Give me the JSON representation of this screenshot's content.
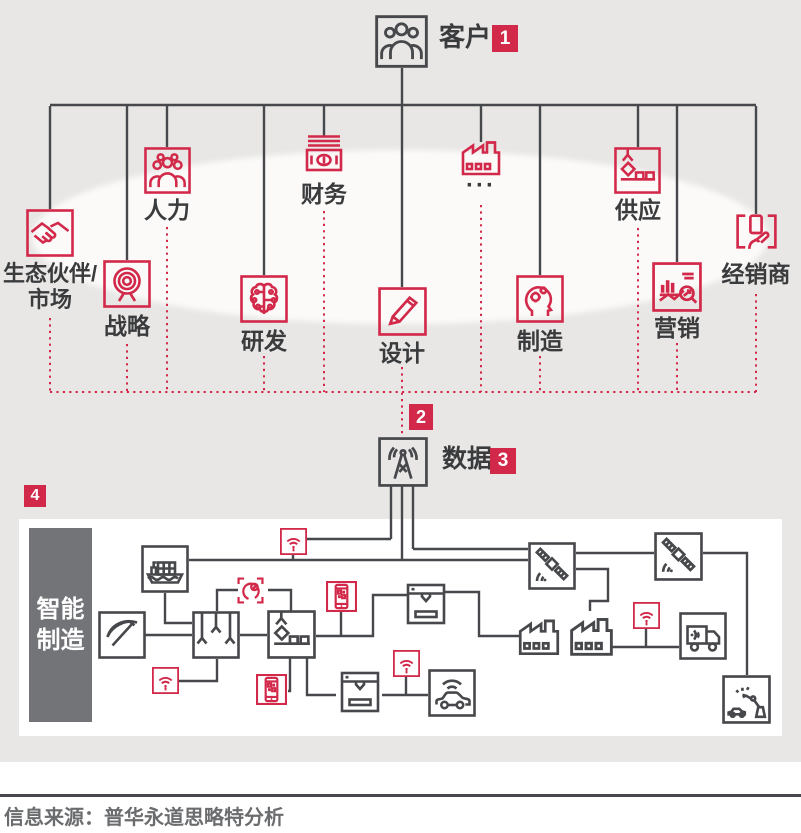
{
  "colors": {
    "accent": "#d2294a",
    "dark": "#47484b",
    "text": "#3a3b3d",
    "page_bg": "#e8e7e5",
    "panel_bg": "#ffffff",
    "panel_label_bg": "#737478",
    "ellipse": "#fbfaf9",
    "footer_text": "#6b6c6e"
  },
  "top": {
    "customer": {
      "label": "客户",
      "badge": "1",
      "icon": "people-group-icon"
    }
  },
  "departments": [
    {
      "label": "生态伙伴/市场",
      "icon": "handshake-icon"
    },
    {
      "label": "战略",
      "icon": "target-icon"
    },
    {
      "label": "人力",
      "icon": "people-crowd-icon"
    },
    {
      "label": "研发",
      "icon": "circuit-brain-icon"
    },
    {
      "label": "财务",
      "icon": "cash-icon"
    },
    {
      "label": "设计",
      "icon": "pencil-icon"
    },
    {
      "label": "···",
      "icon": "factory-icon"
    },
    {
      "label": "制造",
      "icon": "head-gears-icon"
    },
    {
      "label": "供应",
      "icon": "crane-claw-icon"
    },
    {
      "label": "营销",
      "icon": "chart-magnifier-icon"
    },
    {
      "label": "经销商",
      "icon": "hand-card-icon"
    }
  ],
  "flow": {
    "badge_collect": "2"
  },
  "data_hub": {
    "label": "数据",
    "badge": "3",
    "icon": "radio-tower-icon"
  },
  "smart_manufacturing": {
    "badge": "4",
    "label": "智能制造",
    "nodes": [
      "ship",
      "wifi",
      "pickaxe",
      "gantry-robots",
      "face-scan",
      "crane-claw",
      "phone-qr",
      "printer-3d",
      "phone-qr",
      "printer-3d",
      "wifi",
      "connected-car",
      "satellite",
      "satellite",
      "factory",
      "factory",
      "wifi",
      "iot-truck",
      "robot-arm-assembly"
    ]
  },
  "footer": {
    "source": "信息来源：普华永道思略特分析"
  }
}
